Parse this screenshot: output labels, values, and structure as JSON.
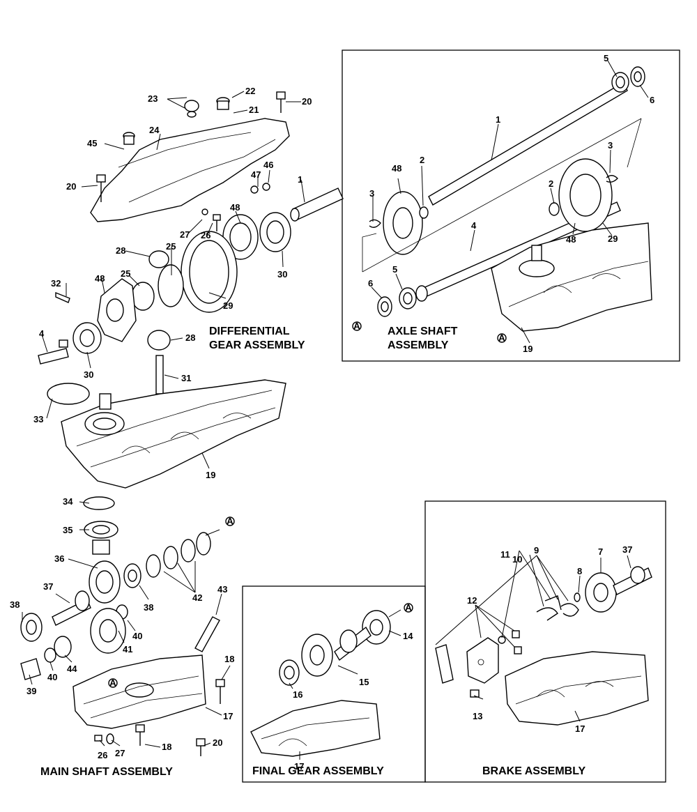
{
  "assemblies": {
    "differential": {
      "line1": "DIFFERENTIAL",
      "line2": "GEAR ASSEMBLY"
    },
    "axle": {
      "line1": "AXLE SHAFT",
      "line2": "ASSEMBLY"
    },
    "main_shaft": {
      "title": "MAIN SHAFT ASSEMBLY"
    },
    "final_gear": {
      "title": "FINAL GEAR ASSEMBLY"
    },
    "brake": {
      "title": "BRAKE ASSEMBLY"
    }
  },
  "reference_marker": "A",
  "callouts": {
    "d23": "23",
    "d22": "22",
    "d20a": "20",
    "d21": "21",
    "d24": "24",
    "d45": "45",
    "d47": "47",
    "d46": "46",
    "d1": "1",
    "d20b": "20",
    "d27": "27",
    "d26": "26",
    "d48a": "48",
    "d30a": "30",
    "d28a": "28",
    "d25a": "25",
    "d32": "32",
    "d48b": "48",
    "d25b": "25",
    "d29": "29",
    "d28b": "28",
    "d4": "4",
    "d30b": "30",
    "d31": "31",
    "d33": "33",
    "d19": "19",
    "a5a": "5",
    "a6a": "6",
    "a1": "1",
    "a3a": "3",
    "a48a": "48",
    "a2a": "2",
    "a2b": "2",
    "a3b": "3",
    "a48b": "48",
    "a29": "29",
    "a4": "4",
    "a6b": "6",
    "a5b": "5",
    "a19": "19",
    "m34": "34",
    "m35": "35",
    "m36": "36",
    "m37": "37",
    "m38a": "38",
    "m38b": "38",
    "m42": "42",
    "m43": "43",
    "m40a": "40",
    "m41": "41",
    "m18a": "18",
    "m39": "39",
    "m40b": "40",
    "m44": "44",
    "m17": "17",
    "m26": "26",
    "m27": "27",
    "m18b": "18",
    "m20": "20",
    "f14": "14",
    "f15": "15",
    "f16": "16",
    "f17": "17",
    "b11": "11",
    "b10": "10",
    "b9": "9",
    "b7": "7",
    "b37": "37",
    "b8": "8",
    "b12": "12",
    "b13": "13",
    "b17": "17"
  }
}
